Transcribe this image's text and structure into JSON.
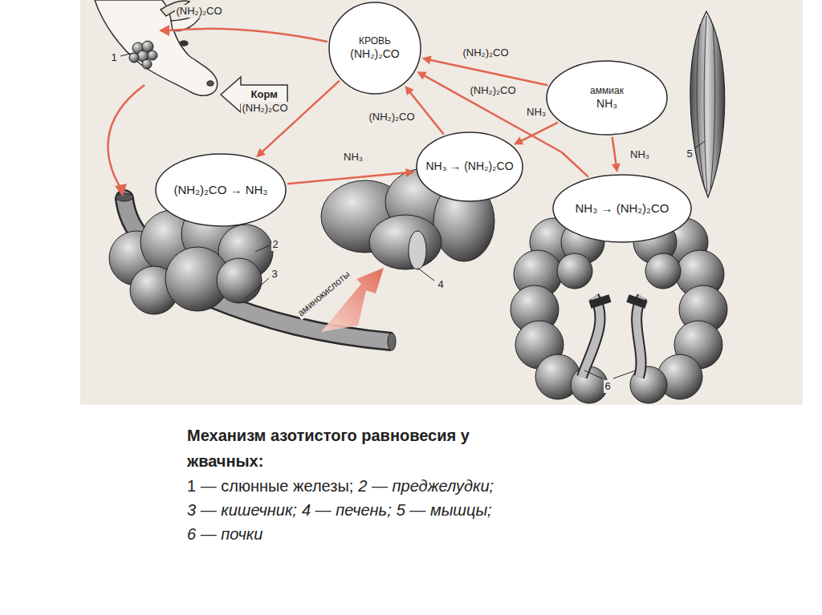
{
  "diagram": {
    "caption": "Механизм азотистого равновесия у жвачных:",
    "nodes": [
      {
        "text": [
          "КРОВЬ",
          "(NH₂)₂CO"
        ]
      },
      {
        "text": [
          "аммиак",
          "NH₃"
        ]
      },
      {
        "text": [
          "(NH₂)₂CO → NH₃"
        ]
      },
      {
        "text": [
          "NH₃ → (NH₂)₂CO"
        ]
      },
      {
        "text": [
          "NH₃ → (NH₂)₂CO"
        ]
      }
    ],
    "edges": [
      {
        "from": 0,
        "to": 2,
        "arrow": "to",
        "label": "(NH₂)₂CO"
      },
      {
        "from": 2,
        "to": 3,
        "arrow": "to",
        "label": "NH₃"
      },
      {
        "from": 3,
        "to": 0,
        "arrow": "to",
        "label": "(NH₂)₂CO"
      },
      {
        "from": 1,
        "to": 0,
        "arrow": "to",
        "label": "(NH₂)₂CO"
      },
      {
        "from": 1,
        "to": 3,
        "arrow": "to",
        "label": "NH₃"
      },
      {
        "from": 1,
        "to": 4,
        "arrow": "to",
        "label": "NH₃"
      },
      {
        "from": 4,
        "to": 0,
        "arrow": "to",
        "label": "(NH₂)₂CO"
      }
    ],
    "labels": [
      "(NH₂)₂CO",
      "Корм",
      "аминокислоты",
      "1",
      "2",
      "3",
      "4",
      "5",
      "6",
      "1 — слюнные железы;",
      "2 — преджелудки;",
      "3 — кишечник;",
      "4 — печень;",
      "5 — мышцы;",
      "6 — почки"
    ]
  }
}
